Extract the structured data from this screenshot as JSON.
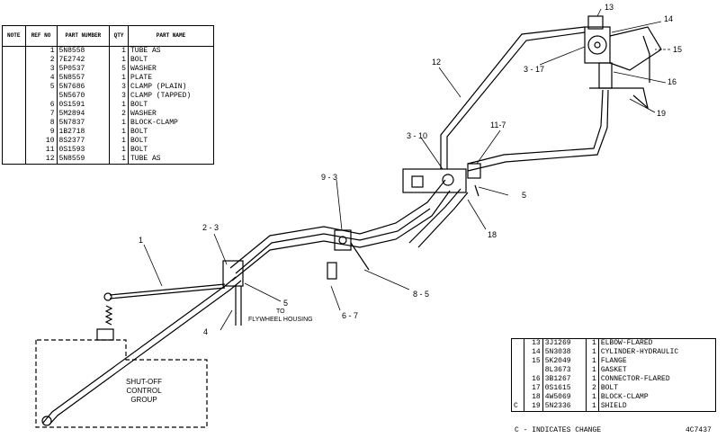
{
  "top_table": {
    "headers": {
      "note": "NOTE",
      "ref": "REF NO",
      "part": "PART NUMBER",
      "qty": "QTY",
      "name": "PART NAME"
    },
    "rows": [
      {
        "note": "",
        "ref": "1",
        "part": "5N8558",
        "qty": "1",
        "name": "TUBE AS"
      },
      {
        "note": "",
        "ref": "2",
        "part": "7E2742",
        "qty": "1",
        "name": "BOLT"
      },
      {
        "note": "",
        "ref": "3",
        "part": "5P0537",
        "qty": "5",
        "name": "WASHER"
      },
      {
        "note": "",
        "ref": "4",
        "part": "5N8557",
        "qty": "1",
        "name": "PLATE"
      },
      {
        "note": "",
        "ref": "5",
        "part": "5N7686",
        "qty": "3",
        "name": "CLAMP (PLAIN)"
      },
      {
        "note": "",
        "ref": "",
        "part": "5N5670",
        "qty": "3",
        "name": "CLAMP (TAPPED)"
      },
      {
        "note": "",
        "ref": "6",
        "part": "0S1591",
        "qty": "1",
        "name": "BOLT"
      },
      {
        "note": "",
        "ref": "7",
        "part": "5M2894",
        "qty": "2",
        "name": "WASHER"
      },
      {
        "note": "",
        "ref": "8",
        "part": "5N7837",
        "qty": "1",
        "name": "BLOCK-CLAMP"
      },
      {
        "note": "",
        "ref": "9",
        "part": "1B2718",
        "qty": "1",
        "name": "BOLT"
      },
      {
        "note": "",
        "ref": "10",
        "part": "8S2377",
        "qty": "1",
        "name": "BOLT"
      },
      {
        "note": "",
        "ref": "11",
        "part": "0S1593",
        "qty": "1",
        "name": "BOLT"
      },
      {
        "note": "",
        "ref": "12",
        "part": "5N8559",
        "qty": "1",
        "name": "TUBE AS"
      }
    ]
  },
  "bottom_table": {
    "rows": [
      {
        "note": "",
        "ref": "13",
        "part": "3J1269",
        "qty": "1",
        "name": "ELBOW-FLARED"
      },
      {
        "note": "",
        "ref": "14",
        "part": "5N3038",
        "qty": "1",
        "name": "CYLINDER-HYDRAULIC"
      },
      {
        "note": "",
        "ref": "15",
        "part": "5K2049",
        "qty": "1",
        "name": "FLANGE"
      },
      {
        "note": "",
        "ref": "",
        "part": "8L3673",
        "qty": "1",
        "name": "GASKET"
      },
      {
        "note": "",
        "ref": "16",
        "part": "3B1267",
        "qty": "1",
        "name": "CONNECTOR-FLARED"
      },
      {
        "note": "",
        "ref": "17",
        "part": "0S1615",
        "qty": "2",
        "name": "BOLT"
      },
      {
        "note": "",
        "ref": "18",
        "part": "4W5069",
        "qty": "1",
        "name": "BLOCK-CLAMP"
      },
      {
        "note": "C",
        "ref": "19",
        "part": "5N2336",
        "qty": "1",
        "name": "SHIELD"
      }
    ]
  },
  "callouts": {
    "c1": "1",
    "c2_3": "2 - 3",
    "c3_10": "3 - 10",
    "c3_17": "3 - 17",
    "c4": "4",
    "c5a": "5",
    "c5b": "5",
    "c6_7": "6 - 7",
    "c8_5": "8 - 5",
    "c9_3": "9 - 3",
    "c11_7": "11-7",
    "c12": "12",
    "c13": "13",
    "c14": "14",
    "c15": "15",
    "c16": "16",
    "c18": "18",
    "c19": "19"
  },
  "to_flywheel": "TO\nFLYWHEEL HOUSING",
  "shutoff_group": "SHUT-OFF\nCONTROL\nGROUP",
  "footnote": "C - INDICATES CHANGE",
  "drawing_number": "4C7437"
}
